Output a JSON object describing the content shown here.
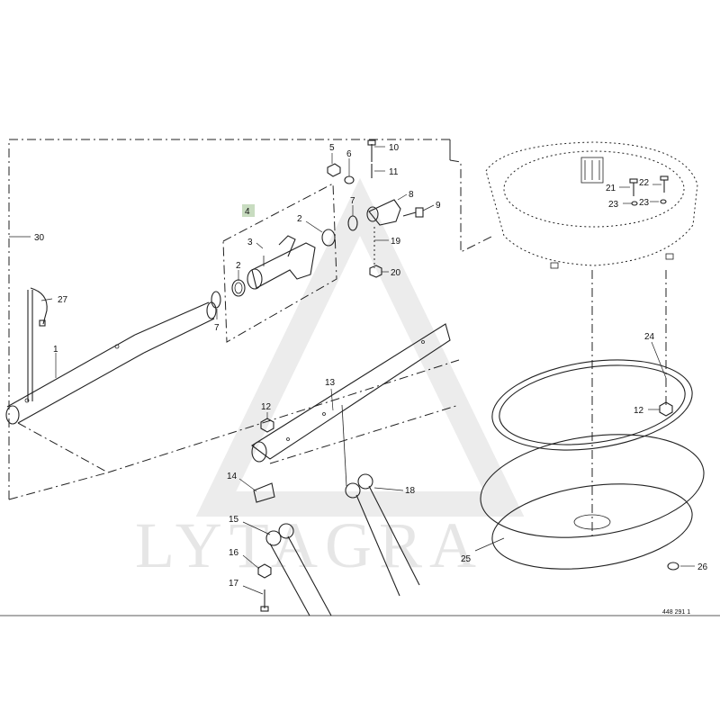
{
  "watermark": "LYTAGRA",
  "drawing_code": "448 291 1",
  "highlight_color": "#c8dcc0",
  "callouts": [
    {
      "id": "c30",
      "text": "30"
    },
    {
      "id": "c27",
      "text": "27"
    },
    {
      "id": "c1",
      "text": "1"
    },
    {
      "id": "c7a",
      "text": "7"
    },
    {
      "id": "c2a",
      "text": "2"
    },
    {
      "id": "c3",
      "text": "3"
    },
    {
      "id": "c4",
      "text": "4",
      "highlighted": true
    },
    {
      "id": "c2b",
      "text": "2"
    },
    {
      "id": "c7b",
      "text": "7"
    },
    {
      "id": "c5",
      "text": "5"
    },
    {
      "id": "c6",
      "text": "6"
    },
    {
      "id": "c10",
      "text": "10"
    },
    {
      "id": "c11",
      "text": "11"
    },
    {
      "id": "c8",
      "text": "8"
    },
    {
      "id": "c9",
      "text": "9"
    },
    {
      "id": "c19",
      "text": "19"
    },
    {
      "id": "c20",
      "text": "20"
    },
    {
      "id": "c13",
      "text": "13"
    },
    {
      "id": "c12a",
      "text": "12"
    },
    {
      "id": "c14",
      "text": "14"
    },
    {
      "id": "c15",
      "text": "15"
    },
    {
      "id": "c16",
      "text": "16"
    },
    {
      "id": "c17",
      "text": "17"
    },
    {
      "id": "c18",
      "text": "18"
    },
    {
      "id": "c21",
      "text": "21"
    },
    {
      "id": "c22",
      "text": "22"
    },
    {
      "id": "c23a",
      "text": "23"
    },
    {
      "id": "c23b",
      "text": "23"
    },
    {
      "id": "c24",
      "text": "24"
    },
    {
      "id": "c12b",
      "text": "12"
    },
    {
      "id": "c25",
      "text": "25"
    },
    {
      "id": "c26",
      "text": "26"
    }
  ]
}
